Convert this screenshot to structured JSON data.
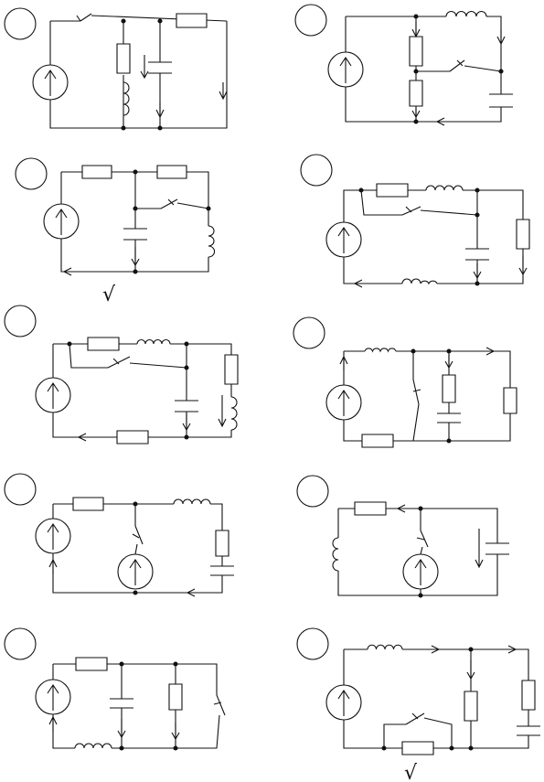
{
  "figure": {
    "stroke": "#111111",
    "background": "#ffffff",
    "marks": [
      "√",
      "√"
    ]
  },
  "circuits": [
    {
      "id": 1,
      "elements": [
        "source",
        "switch",
        "resistor",
        "resistor",
        "inductor",
        "capacitor",
        "current-arrow",
        "current-arrow",
        "current-arrow"
      ]
    },
    {
      "id": 2,
      "elements": [
        "source",
        "inductor",
        "resistor",
        "resistor",
        "switch",
        "capacitor",
        "current-arrow",
        "current-arrow",
        "current-arrow"
      ]
    },
    {
      "id": 3,
      "elements": [
        "source",
        "resistor",
        "resistor",
        "capacitor",
        "switch",
        "inductor",
        "current-arrow",
        "current-arrow"
      ]
    },
    {
      "id": 4,
      "elements": [
        "source",
        "resistor",
        "inductor",
        "switch",
        "capacitor",
        "resistor",
        "inductor",
        "current-arrow",
        "current-arrow"
      ]
    },
    {
      "id": 5,
      "elements": [
        "source",
        "resistor",
        "inductor",
        "switch",
        "capacitor",
        "resistor",
        "inductor",
        "resistor",
        "current-arrow",
        "current-arrow",
        "current-arrow"
      ]
    },
    {
      "id": 6,
      "elements": [
        "source",
        "inductor",
        "switch",
        "resistor",
        "capacitor",
        "resistor",
        "resistor",
        "current-arrow",
        "current-arrow"
      ]
    },
    {
      "id": 7,
      "elements": [
        "source",
        "resistor",
        "inductor",
        "switch",
        "source",
        "resistor",
        "capacitor",
        "current-arrow",
        "current-arrow"
      ]
    },
    {
      "id": 8,
      "elements": [
        "resistor",
        "inductor",
        "switch",
        "source",
        "capacitor",
        "current-arrow",
        "current-arrow"
      ]
    },
    {
      "id": 9,
      "elements": [
        "source",
        "resistor",
        "capacitor",
        "resistor",
        "switch",
        "inductor",
        "current-arrow",
        "current-arrow"
      ]
    },
    {
      "id": 10,
      "elements": [
        "source",
        "inductor",
        "resistor",
        "resistor",
        "capacitor",
        "switch",
        "resistor",
        "current-arrow",
        "current-arrow",
        "current-arrow"
      ]
    }
  ]
}
